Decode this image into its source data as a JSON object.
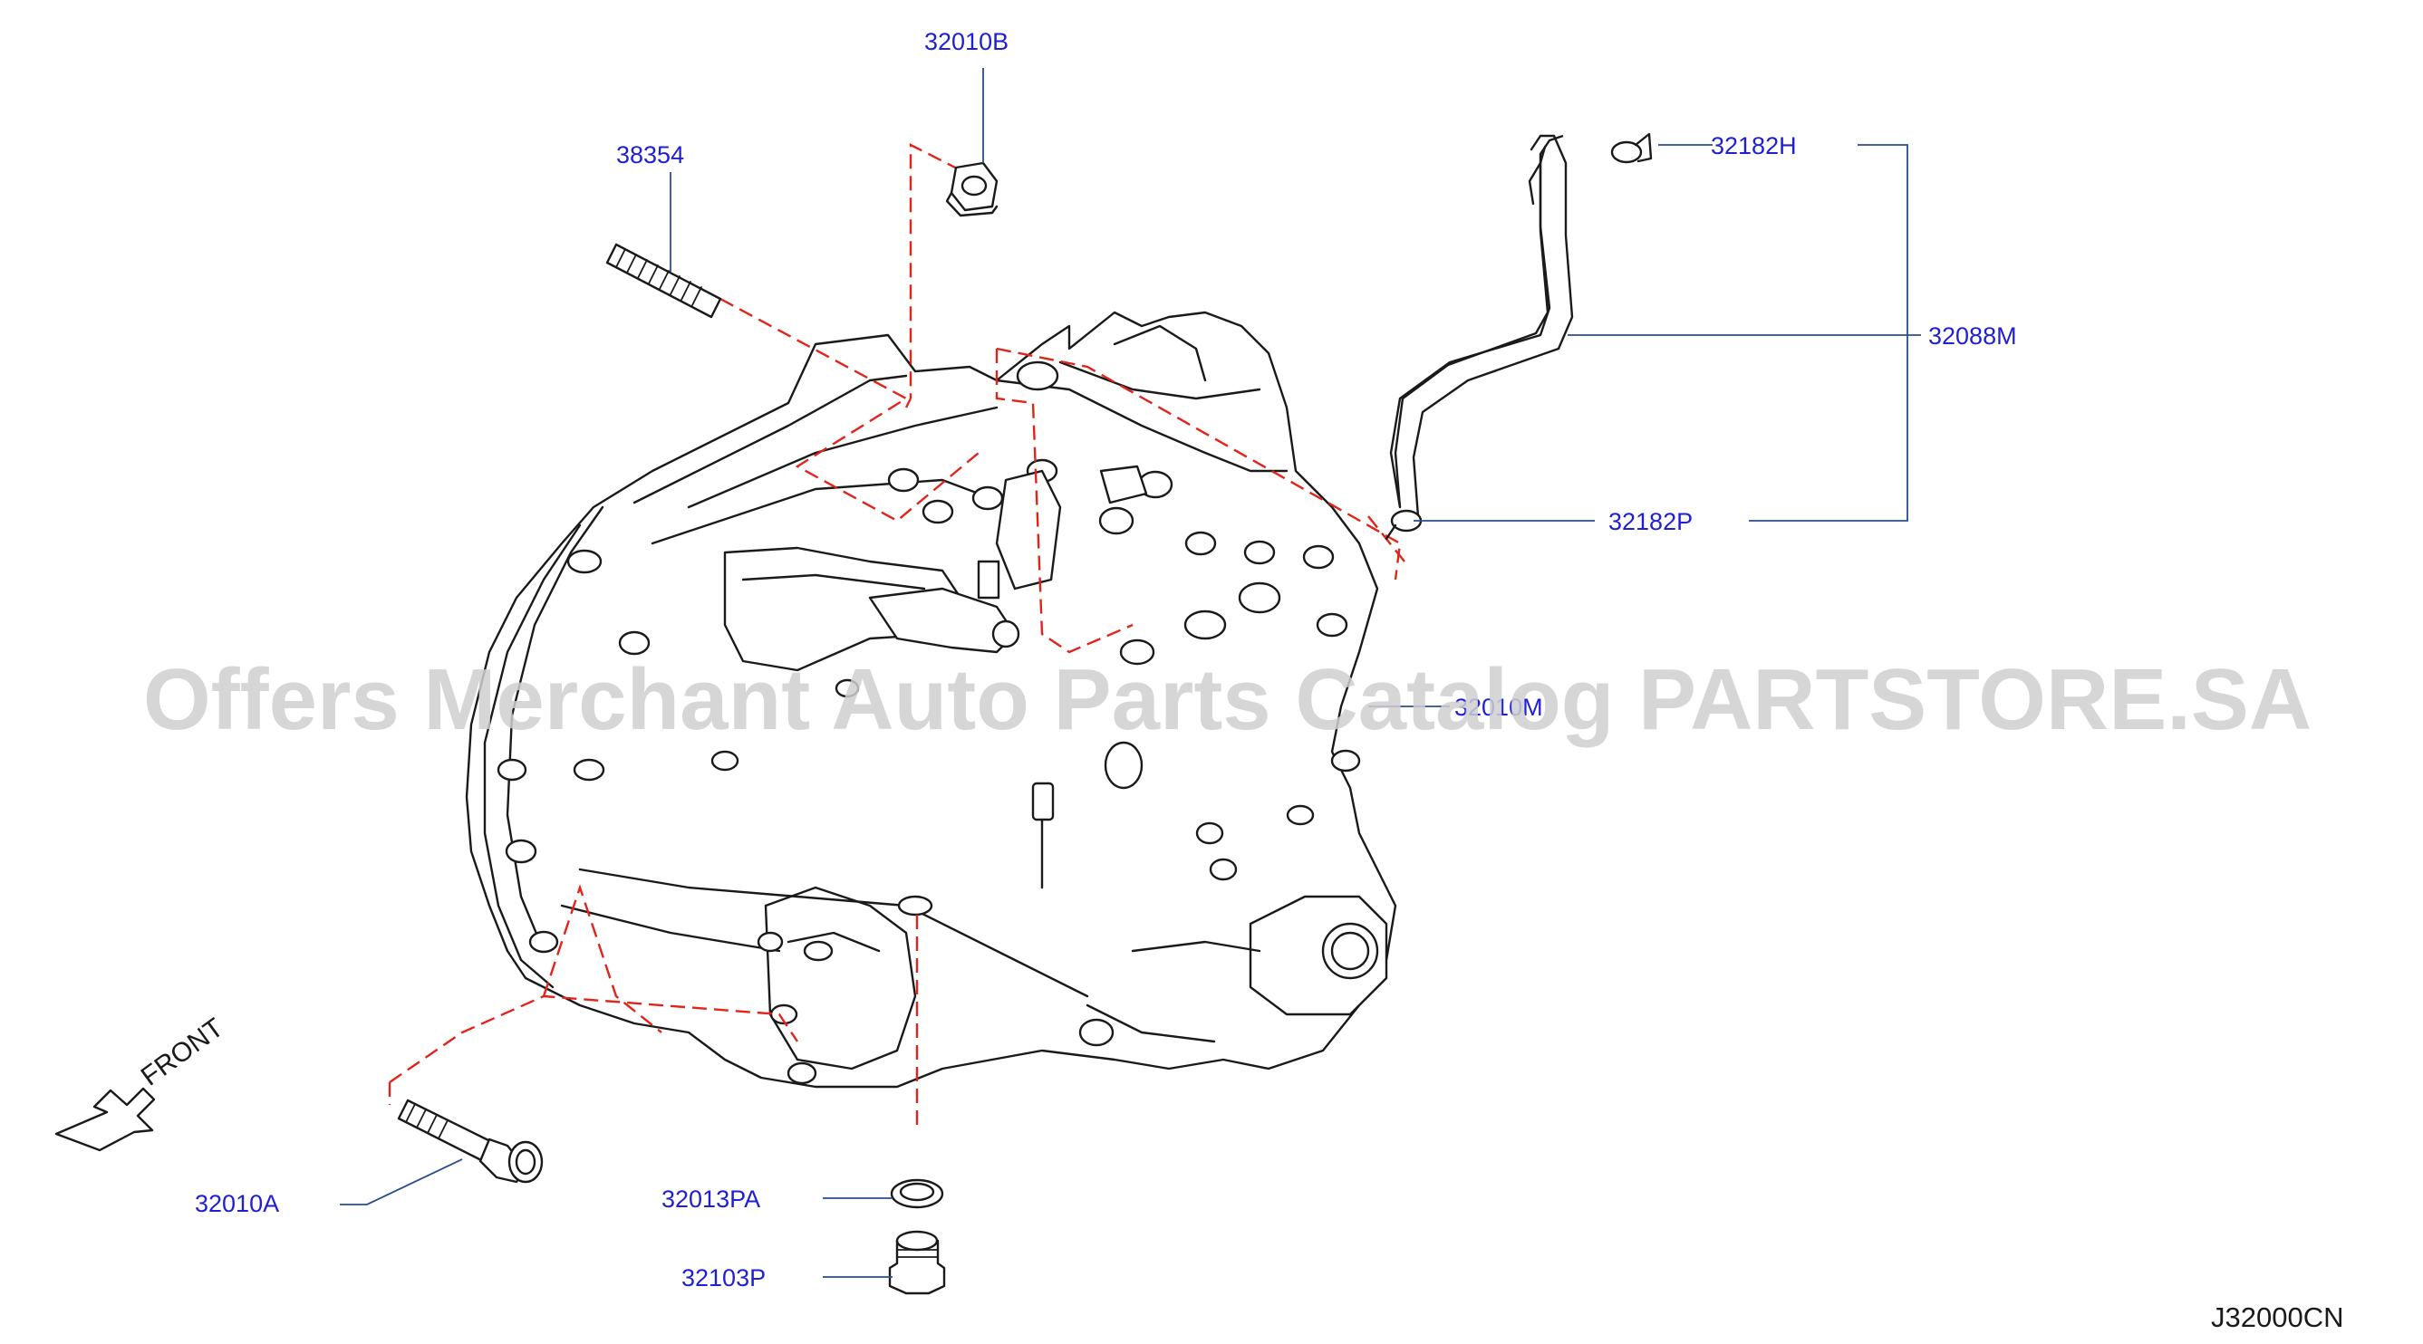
{
  "diagram": {
    "id": "J32000CN",
    "watermark": "Offers Merchant Auto Parts Catalog PARTSTORE.SA",
    "front_label": "FRONT",
    "hidden_label": "32010M",
    "colors": {
      "label": "#1f1fd6",
      "leader": "#2a4d8f",
      "dash": "#e2231a",
      "ink": "#1a1a1a",
      "watermark": "#cfcfcf"
    }
  },
  "labels": {
    "p32010B": "32010B",
    "p38354": "38354",
    "p32182H": "32182H",
    "p32088M": "32088M",
    "p32182P": "32182P",
    "p32010A": "32010A",
    "p32013PA": "32013PA",
    "p32103P": "32103P"
  }
}
